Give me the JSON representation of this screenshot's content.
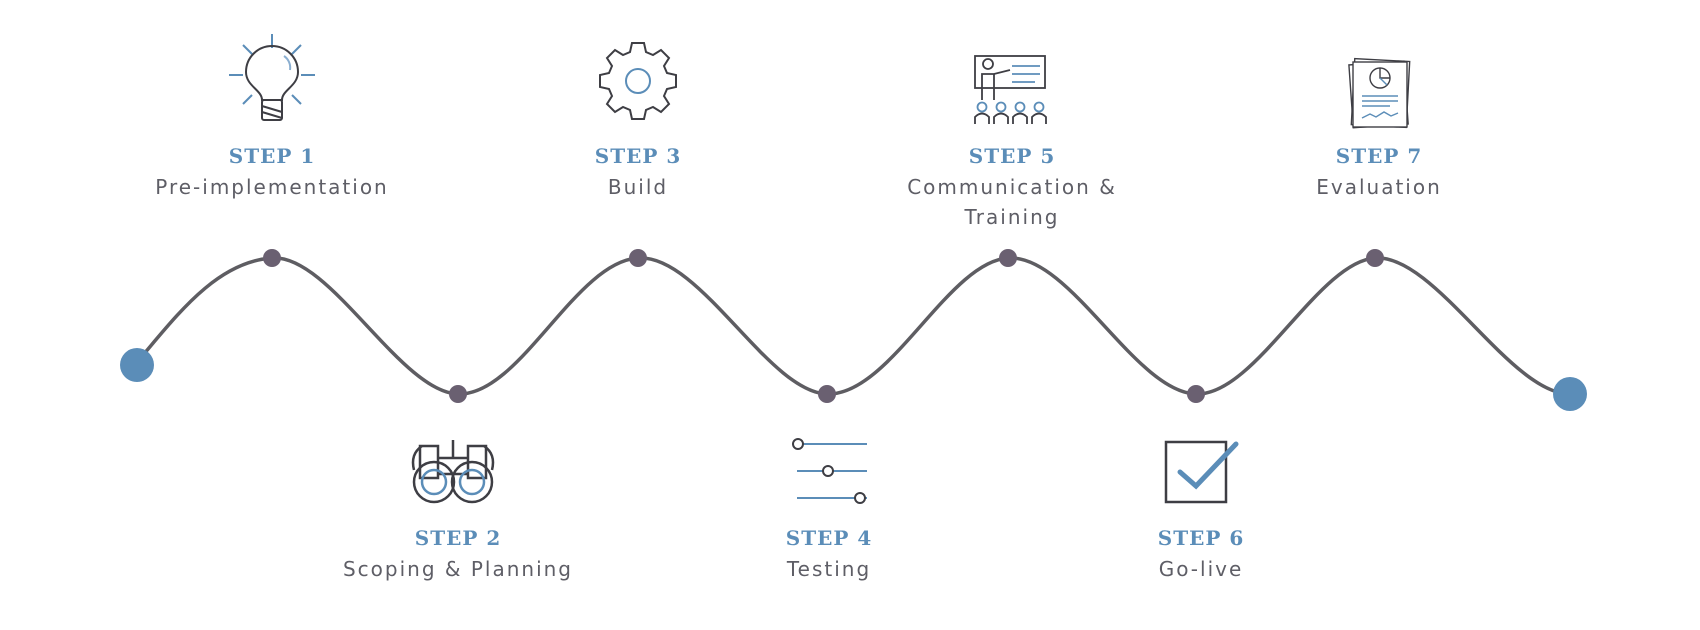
{
  "colors": {
    "accent": "#5b8db8",
    "line": "#5e5d62",
    "node": "#6a6071",
    "text": "#5e5e66"
  },
  "steps": [
    {
      "label": "STEP 1",
      "title": "Pre-implementation",
      "icon": "lightbulb-icon"
    },
    {
      "label": "STEP 2",
      "title": "Scoping & Planning",
      "icon": "binoculars-icon"
    },
    {
      "label": "STEP 3",
      "title": "Build",
      "icon": "gear-icon"
    },
    {
      "label": "STEP 4",
      "title": "Testing",
      "icon": "sliders-icon"
    },
    {
      "label": "STEP 5",
      "title": "Communication & Training",
      "icon": "presentation-icon"
    },
    {
      "label": "STEP 6",
      "title": "Go-live",
      "icon": "checkbox-icon"
    },
    {
      "label": "STEP 7",
      "title": "Evaluation",
      "icon": "report-icon"
    }
  ]
}
